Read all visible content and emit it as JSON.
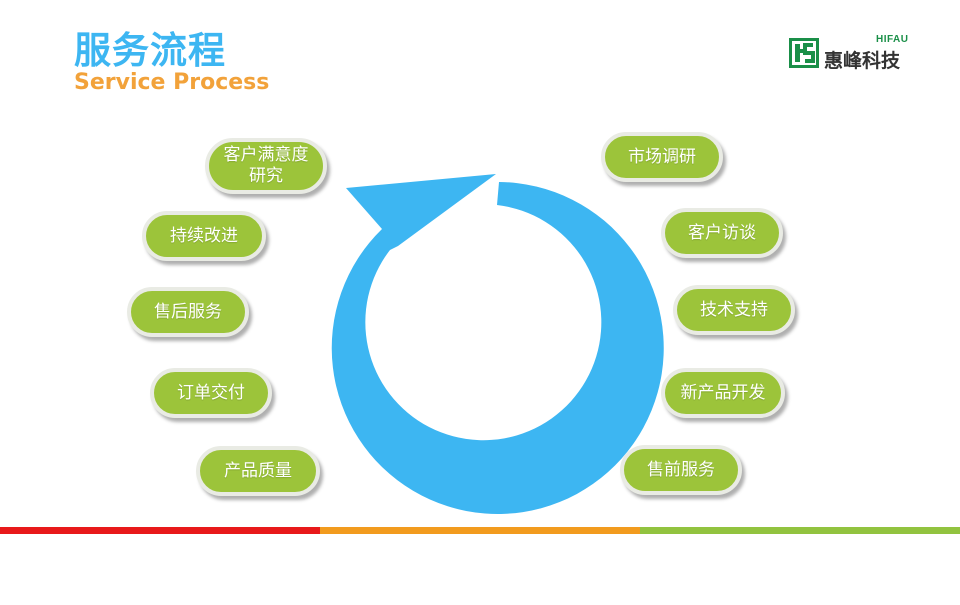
{
  "header": {
    "title_cn": "服务流程",
    "title_en": "Service Process"
  },
  "logo": {
    "name_en": "HIFAU",
    "name_cn": "惠峰科技",
    "mark_icon": "hs-logo-icon"
  },
  "colors": {
    "title": "#3db6f2",
    "subtitle": "#f2a23a",
    "cycle_arrow": "#3db6f2",
    "pill_fill": "#9cc43a",
    "bar_red": "#e8191a",
    "bar_orange": "#f29b1e",
    "bar_green": "#92c33f"
  },
  "diagram": {
    "cycle_icon": "circular-arrow-icon",
    "steps": [
      {
        "label": "市场调研"
      },
      {
        "label": "客户访谈"
      },
      {
        "label": "技术支持"
      },
      {
        "label": "新产品开发"
      },
      {
        "label": "售前服务"
      },
      {
        "label": "产品质量"
      },
      {
        "label": "订单交付"
      },
      {
        "label": "售后服务"
      },
      {
        "label": "持续改进"
      },
      {
        "label": "客户满意度\n研究"
      }
    ]
  }
}
